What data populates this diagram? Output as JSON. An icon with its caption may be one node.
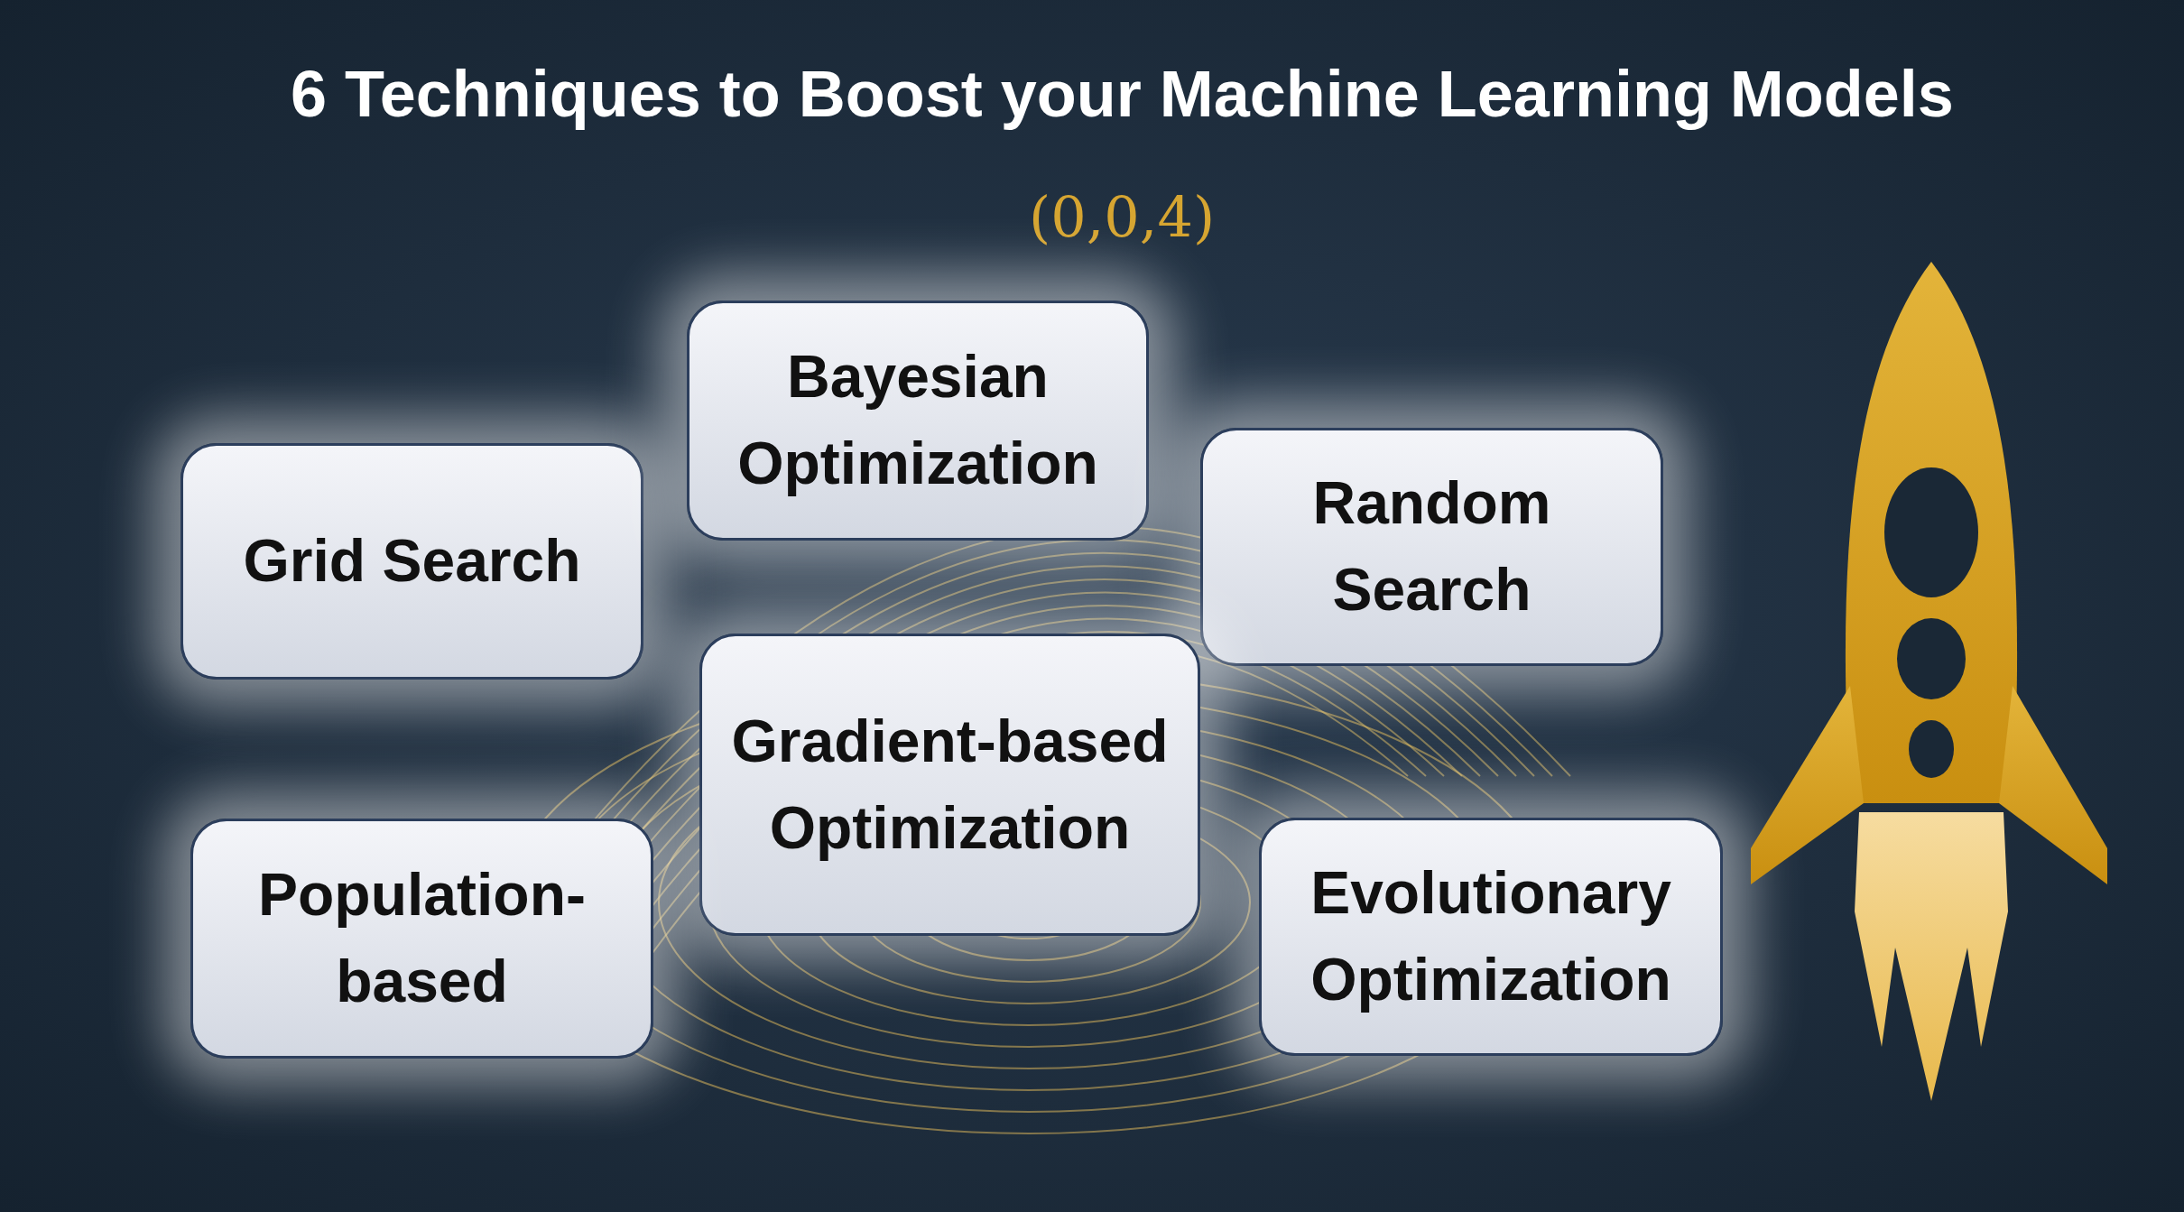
{
  "diagram": {
    "title": "6 Techniques to Boost your Machine Learning Models",
    "nodes": [
      {
        "text": [
          "Grid Search"
        ]
      },
      {
        "text": [
          "Bayesian Optimization"
        ]
      },
      {
        "text": [
          "Random Search"
        ]
      },
      {
        "text": [
          "Gradient-based Optimization"
        ]
      },
      {
        "text": [
          "Population-based"
        ]
      },
      {
        "text": [
          "Evolutionary Optimization"
        ]
      }
    ],
    "edges": [],
    "labels": [
      "(0,0,4)"
    ]
  }
}
